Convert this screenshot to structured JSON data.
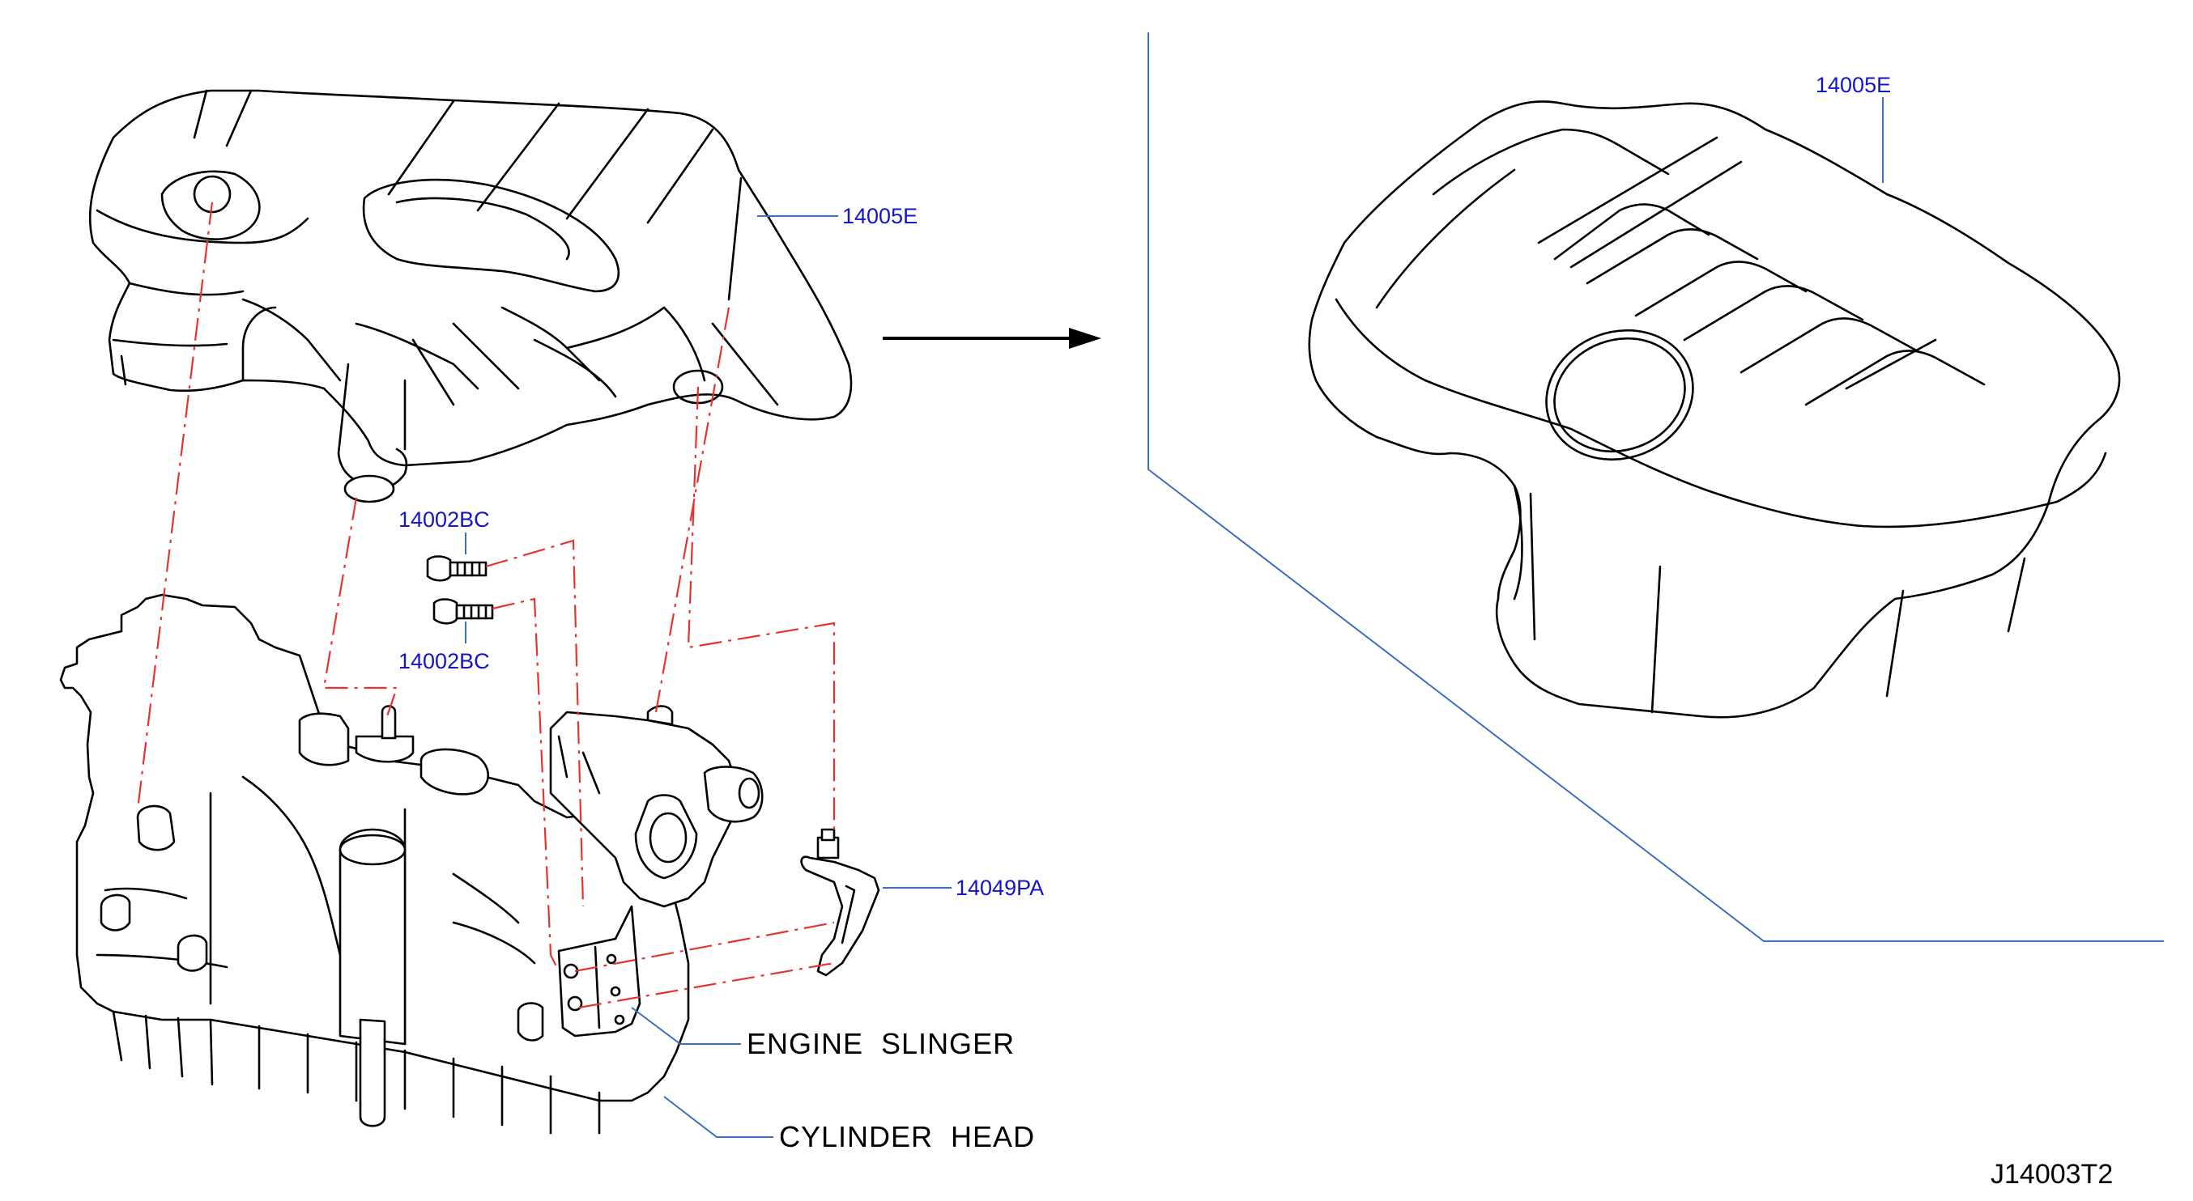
{
  "labels": {
    "cover_left": "14005E",
    "cover_right": "14005E",
    "bolt_upper": "14002BC",
    "bolt_lower": "14002BC",
    "bracket": "14049PA",
    "engine_slinger": "ENGINE  SLINGER",
    "cylinder_head": "CYLINDER  HEAD"
  },
  "diagram_code": "J14003T2",
  "colors": {
    "part_number": "#1414c8",
    "leader_line": "#3a6fc4",
    "assembly_line": "#e8322e",
    "ink": "#000000"
  }
}
